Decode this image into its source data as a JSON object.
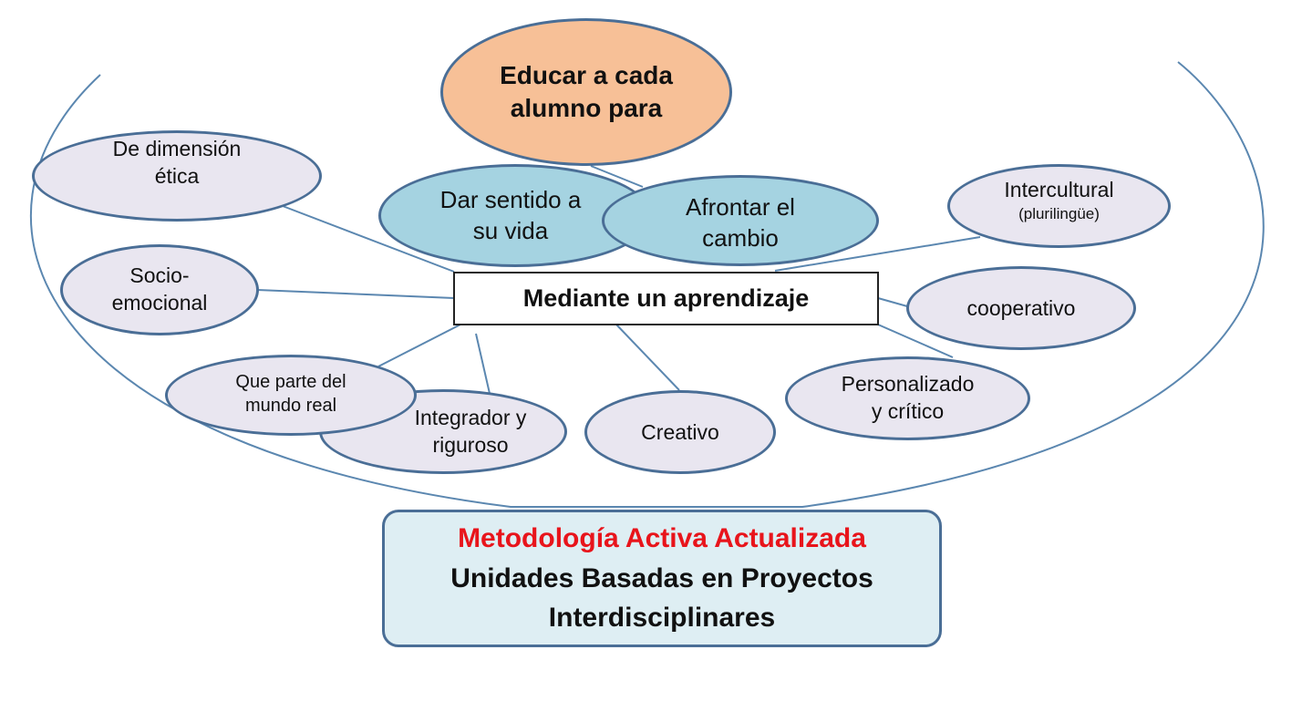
{
  "top": {
    "line1": "Educar a cada",
    "line2": "alumno para"
  },
  "goals": [
    {
      "line1": "Dar sentido a",
      "line2": "su vida"
    },
    {
      "line1": "Afrontar el",
      "line2": "cambio"
    }
  ],
  "center": {
    "label": "Mediante un aprendizaje"
  },
  "traits": {
    "etica": {
      "line1": "De dimensión",
      "line2": "ética"
    },
    "socio": {
      "line1": "Socio-",
      "line2": "emocional"
    },
    "real": {
      "line1": "Que parte del",
      "line2": "mundo real"
    },
    "integrador": {
      "line1": "Integrador y",
      "line2": "riguroso"
    },
    "creativo": {
      "line1": "Creativo"
    },
    "personalizado": {
      "line1": "Personalizado",
      "line2": "y crítico"
    },
    "cooperativo": {
      "line1": "cooperativo"
    },
    "intercultural": {
      "line1": "Intercultural",
      "line2": "(plurilingüe)"
    }
  },
  "bottom": {
    "line1": "Metodología Activa Actualizada",
    "line2": "Unidades Basadas en Proyectos",
    "line3": "Interdisciplinares"
  },
  "colors": {
    "outline": "#4a6e96",
    "trait_fill": "#e9e6f0",
    "goal_fill": "#a5d3e1",
    "top_fill": "#f7c097",
    "bottom_fill": "#deeef3",
    "accent_red": "#e8141b"
  }
}
